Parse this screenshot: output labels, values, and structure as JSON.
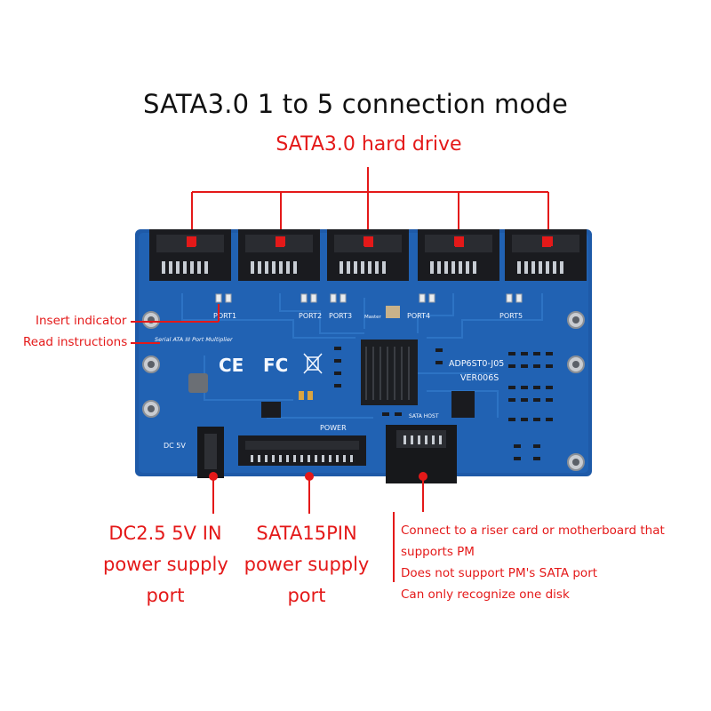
{
  "title": "SATA3.0 1 to 5 connection mode",
  "subtitle": "SATA3.0 hard drive",
  "left_labels": {
    "insert_indicator": "Insert indicator",
    "read_instructions": "Read instructions"
  },
  "bottom_labels": {
    "dc_in": [
      "DC2.5 5V IN",
      "power supply",
      "port"
    ],
    "sata15": [
      "SATA15PIN",
      "power supply",
      "port"
    ]
  },
  "host_notes": [
    "Connect to a riser card or motherboard that",
    "supports PM",
    "Does not support PM's SATA port",
    "Can only recognize one disk"
  ],
  "board_silkscreen": {
    "ports": [
      "PORT1",
      "PORT2",
      "PORT3",
      "PORT4",
      "PORT5"
    ],
    "model": "ADP6ST0-J05",
    "version": "VER006S",
    "multiplier": "Serial ATA III Port Multiplier",
    "dc": "DC 5V",
    "power": "POWER",
    "sata_host": "SATA HOST",
    "master": "Master",
    "ce": "CE",
    "fc": "FC"
  },
  "colors": {
    "board": "#1f5fae",
    "accent": "#e41919",
    "heatsink": "#202226"
  }
}
